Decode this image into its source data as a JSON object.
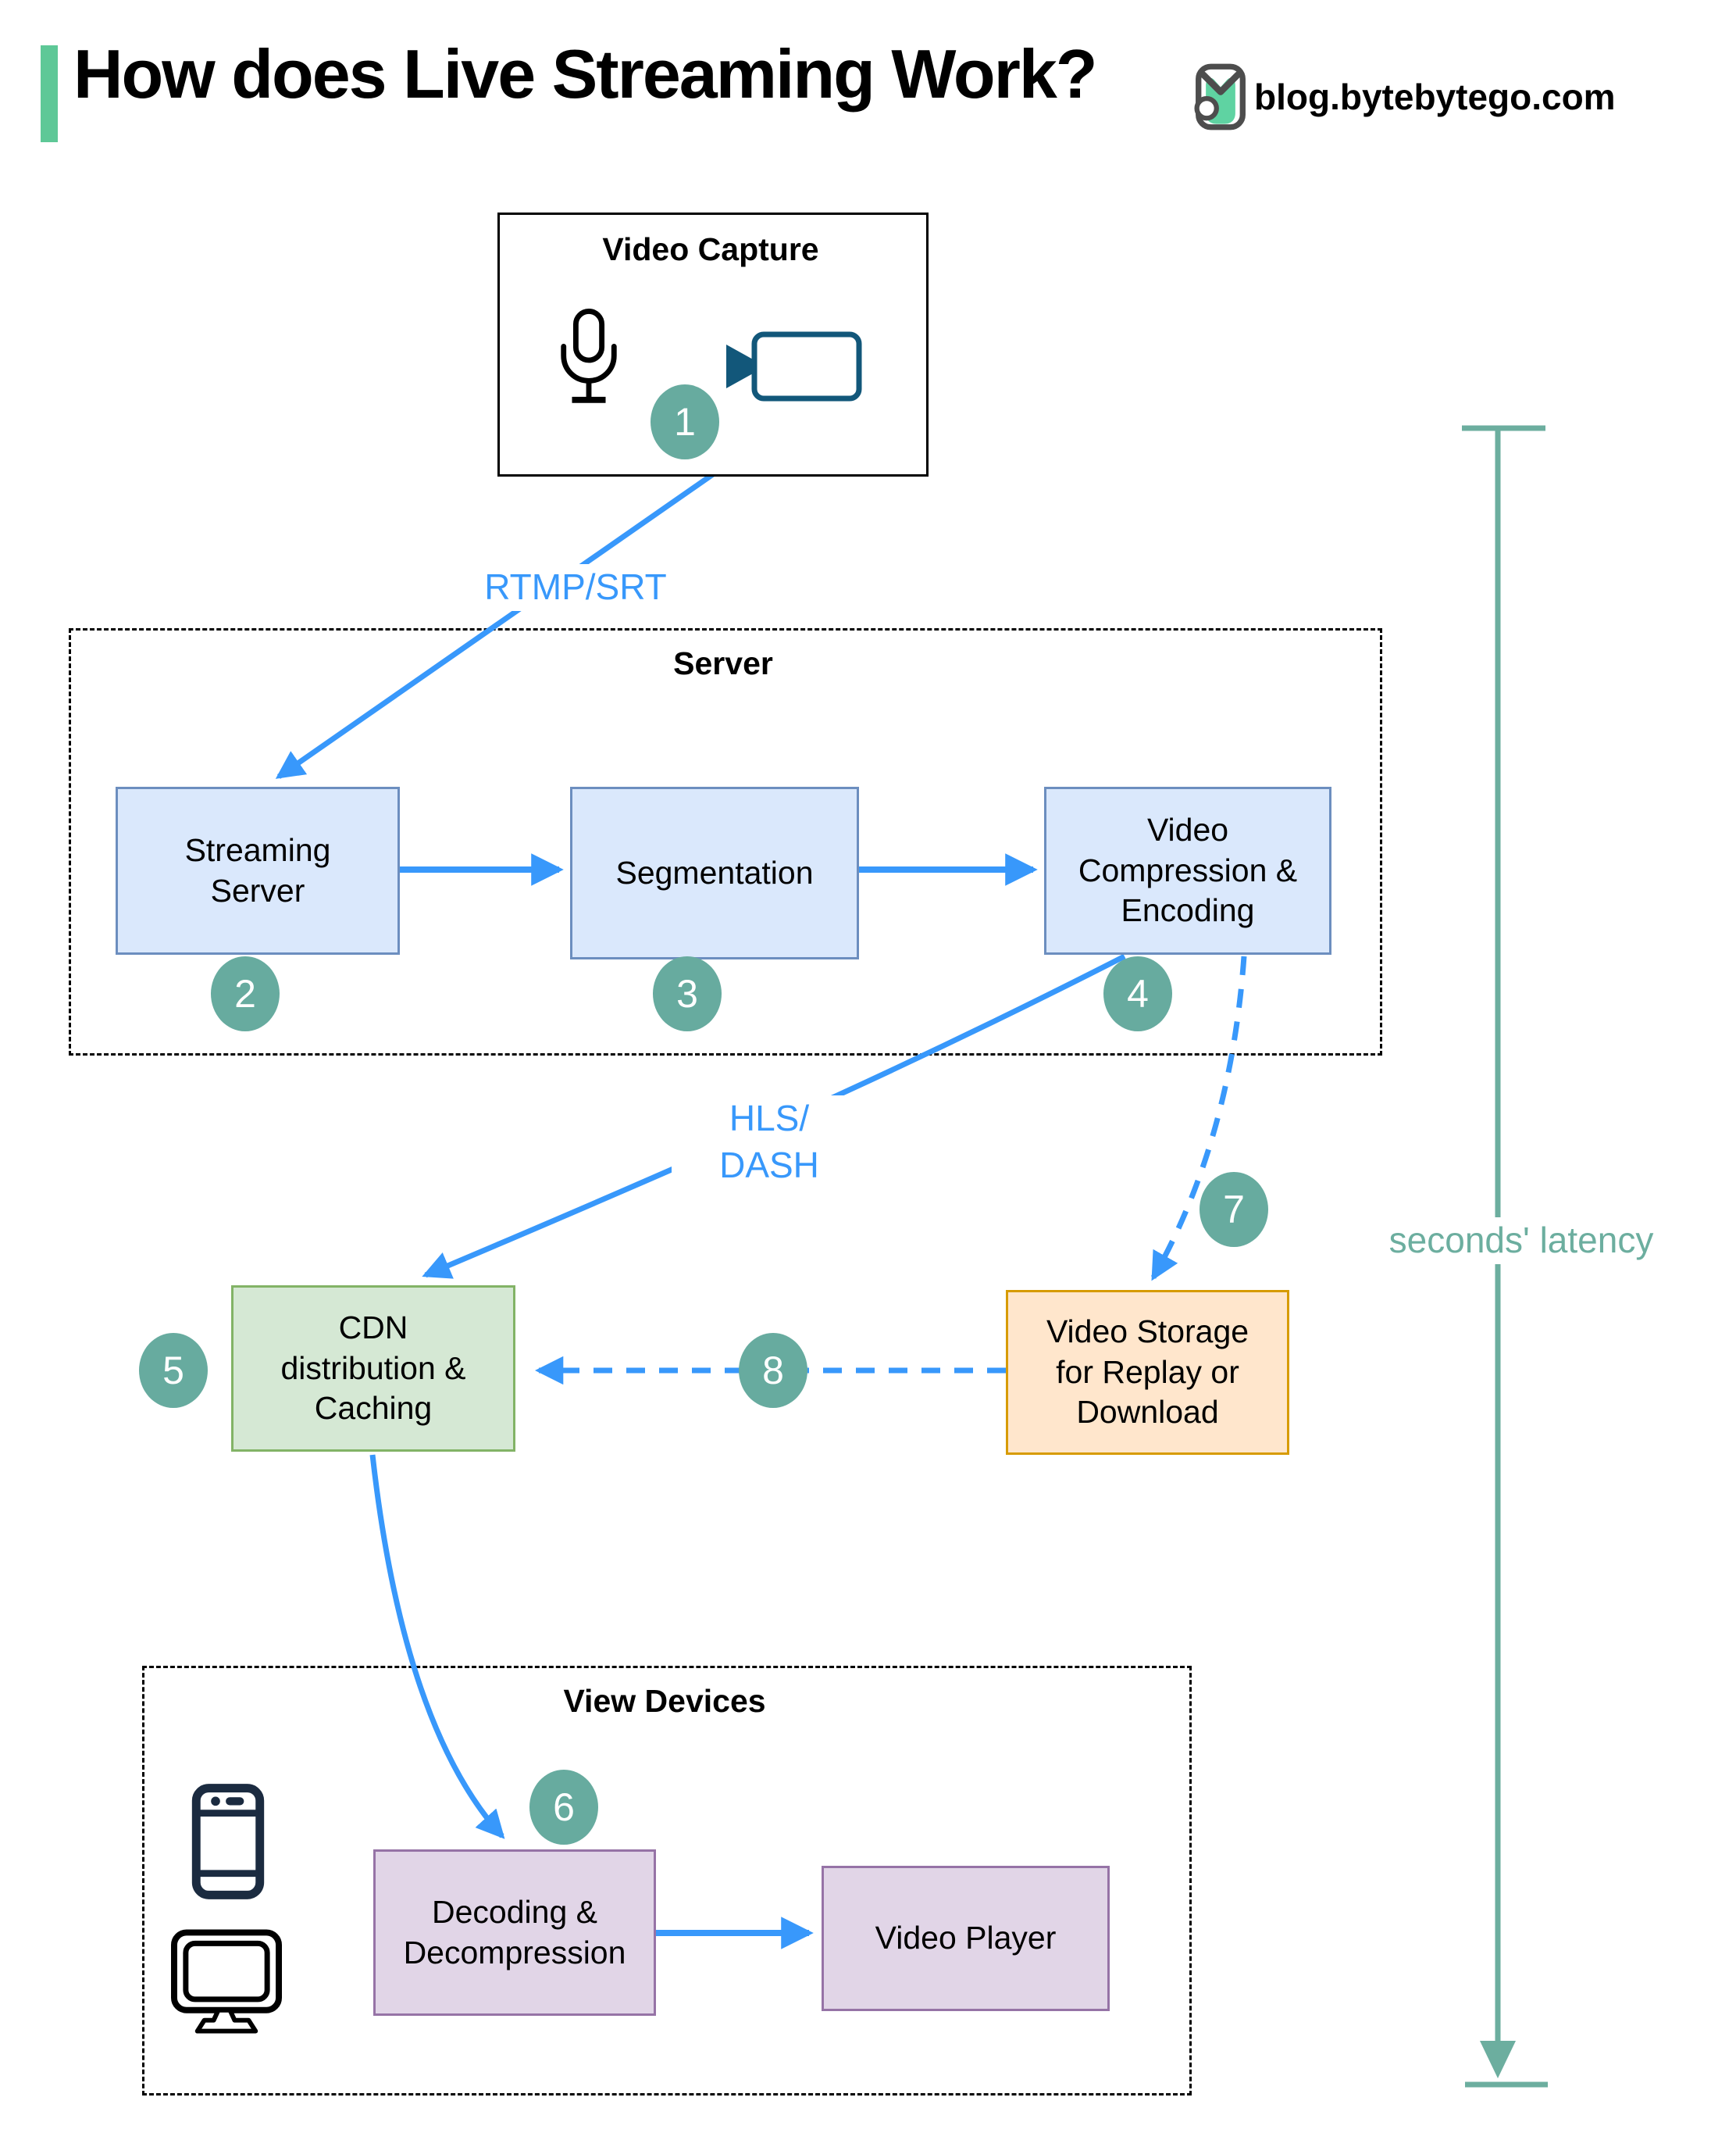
{
  "header": {
    "title": "How does Live Streaming Work?",
    "site_label": "blog.bytebytego.com",
    "accent_color": "#5ec897"
  },
  "diagram": {
    "video_capture": {
      "label": "Video Capture",
      "step": "1"
    },
    "rtmp_label": "RTMP/SRT",
    "server_group": {
      "label": "Server"
    },
    "streaming_server": {
      "label": "Streaming Server",
      "step": "2"
    },
    "segmentation": {
      "label": "Segmentation",
      "step": "3"
    },
    "video_compression": {
      "label": "Video Compression & Encoding",
      "step": "4"
    },
    "hls_line1": "HLS/",
    "hls_line2": "DASH",
    "cdn": {
      "label": "CDN distribution & Caching",
      "step": "5"
    },
    "video_storage": {
      "label": "Video Storage for Replay or Download",
      "step": "7"
    },
    "storage_to_cdn_step": "8",
    "view_devices_group": {
      "label": "View Devices"
    },
    "decoding": {
      "label": "Decoding & Decompression",
      "step": "6"
    },
    "video_player": {
      "label": "Video Player"
    },
    "latency_label": "seconds' latency"
  },
  "icons": [
    "bytebytego-logo-icon",
    "microphone-icon",
    "video-camera-icon",
    "smartphone-icon",
    "desktop-monitor-icon"
  ],
  "colors": {
    "arrow_blue": "#3898fb",
    "node_blue_fill": "#dae8fc",
    "node_blue_border": "#6c8ebf",
    "node_green_fill": "#d5e8d4",
    "node_green_border": "#82b366",
    "node_orange_fill": "#ffe6cc",
    "node_orange_border": "#d79b00",
    "node_purple_fill": "#e1d5e7",
    "node_purple_border": "#9673a6",
    "step_circle": "#67ab9f",
    "latency_teal": "#6cae9f",
    "camera_icon": "#12577a",
    "phone_icon": "#1b2b40"
  }
}
